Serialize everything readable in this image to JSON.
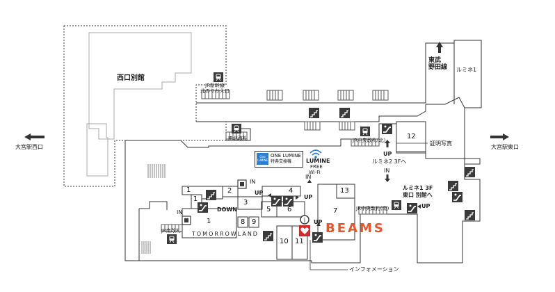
{
  "labels": {
    "west_annex": "西口別館",
    "west_exit": "大宮駅西口",
    "east_exit": "大宮駅東口",
    "tobu_line": "東武\n野田線",
    "lumine1": "ルミネ1",
    "jr_shinkansen_north": "JR新幹線\n北のりかえ口",
    "jr_north_gate": "JR北改札",
    "jr_central_gate_north": "JR中央改札(北)",
    "jr_central_gate_south": "JR中央改札(南)",
    "jr_south_gate": "JR南改札",
    "id_photo": "証明写真",
    "lumine2_3f": "ルミネ2 3Fへ",
    "up": "UP",
    "down": "DOWN",
    "in": "IN",
    "lumine1_east_annex": "ルミネ1 3F\n東口 別館へ",
    "one_lumine_title": "ONE LUMINE",
    "one_lumine_sub": "特典交換機",
    "one_lumine_logo": "One LUMINE",
    "wifi_title": "LUMINE",
    "wifi_free": "FREE",
    "wifi_wifi": "Wi-Fi",
    "information": "インフォメーション",
    "beams": "BEAMS",
    "tomorrowland": "TOMORROWLAND",
    "aed": "AED"
  },
  "stores": {
    "s1a": "1",
    "s1b": "1",
    "s1c": "1",
    "s2": "2",
    "s3": "3",
    "s4": "4",
    "s5": "5",
    "s6": "6",
    "s7": "7",
    "s8": "8",
    "s9": "9",
    "s10": "10",
    "s11": "11",
    "s12": "12",
    "s13": "13"
  },
  "icons": [
    "escalator-icon",
    "stairs-icon",
    "train-icon",
    "elevator-icon",
    "restroom-icon",
    "wifi-icon",
    "aed-icon",
    "information-icon",
    "arrow-left-icon",
    "arrow-right-icon",
    "arrow-up-icon"
  ],
  "colors": {
    "beams": "#e4572e",
    "one_lumine": "#2a7fd4",
    "aed": "#d62828",
    "icon_dark": "#3a3a3a"
  }
}
